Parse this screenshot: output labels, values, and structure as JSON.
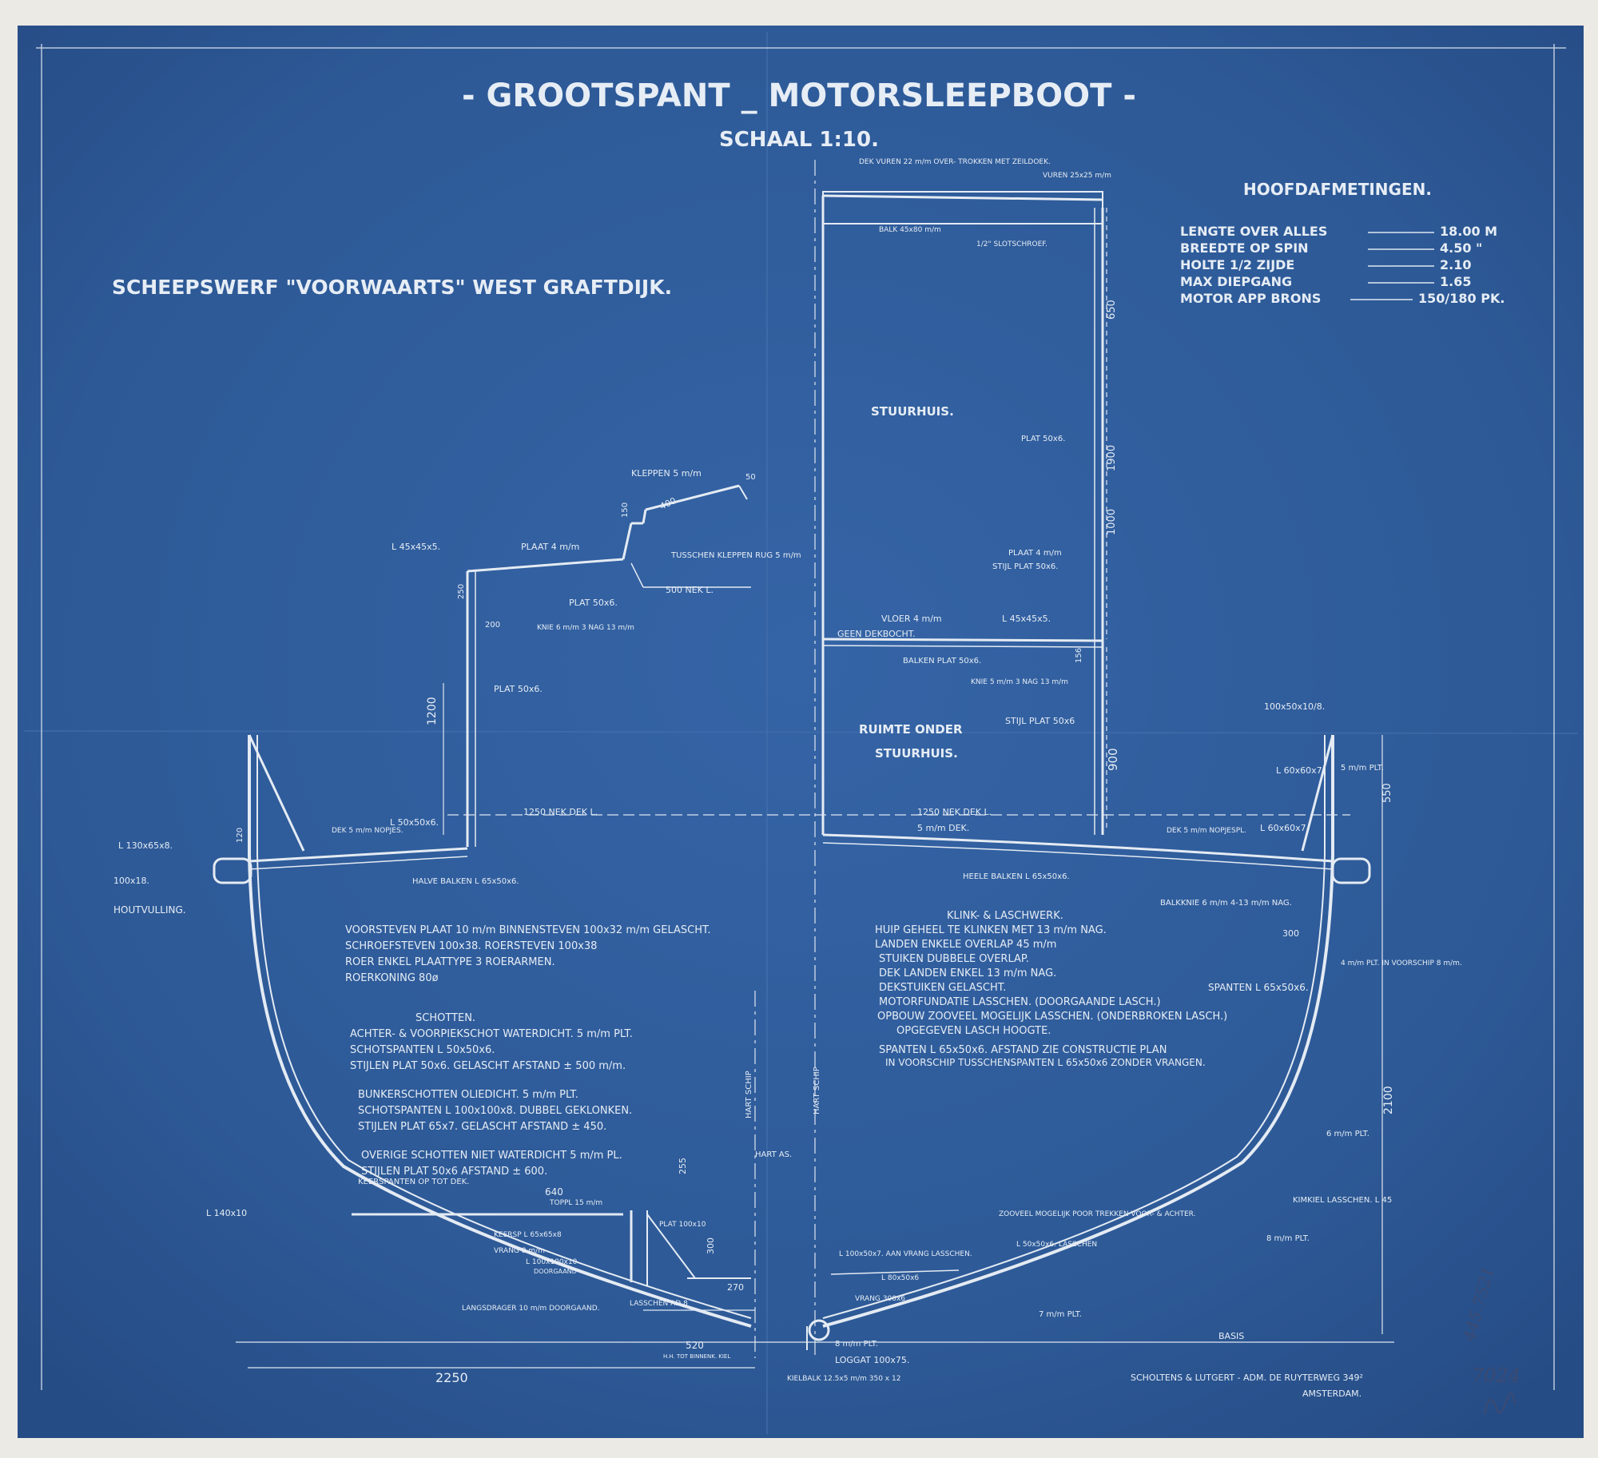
{
  "title": "- GROOTSPANT _ MOTORSLEEPBOOT -",
  "scale": "SCHAAL 1:10.",
  "shipyard": "SCHEEPSWERF \"VOORWAARTS\" WEST GRAFTDIJK.",
  "main_dimensions": {
    "heading": "HOOFDAFMETINGEN.",
    "rows": [
      {
        "label": "LENGTE OVER ALLES",
        "value": "18.00 M"
      },
      {
        "label": "BREEDTE OP SPIN",
        "value": "4.50 \""
      },
      {
        "label": "HOLTE 1/2 ZIJDE",
        "value": "2.10"
      },
      {
        "label": "MAX DIEPGANG",
        "value": "1.65"
      },
      {
        "label": "MOTOR APP BRONS",
        "value": "150/180 PK."
      }
    ]
  },
  "labels": {
    "deck_top": "DEK VUREN 22 m/m OVER- TROKKEN MET ZEILDOEK.",
    "vuren": "VUREN 25x25 m/m",
    "balk": "BALK 45x80 m/m",
    "slotschroef": "1/2\" SLOTSCHROEF.",
    "stuurhuis": "STUURHUIS.",
    "plat50x6_a": "PLAT 50x6.",
    "plaat4_right": "PLAAT 4 m/m",
    "stijl_plat": "STIJL PLAT 50x6.",
    "vloer": "VLOER 4 m/m",
    "geen_dekbocht": "GEEN DEKBOCHT.",
    "l45x45_right": "L 45x45x5.",
    "balken_plat": "BALKEN PLAT 50x6.",
    "knie_right": "KNIE 5 m/m 3 NAG 13 m/m",
    "stijl_plat_right": "STIJL PLAT 50x6",
    "ruimte_onder": "RUIMTE ONDER",
    "stuurhuis2": "STUURHUIS.",
    "kleppen": "KLEPPEN 5 m/m",
    "tusschen_kleppen": "TUSSCHEN KLEPPEN RUG 5 m/m",
    "l45x45_left": "L 45x45x5.",
    "plaat4_left": "PLAAT 4 m/m",
    "plat50x6_b": "PLAT 50x6.",
    "nek_500": "500 NEK L.",
    "knie_left": "KNIE 6 m/m 3 NAG 13 m/m",
    "plat50x6_c": "PLAT 50x6.",
    "nek_1250_left": "1250 NEK DEK L.",
    "nek_1250_right": "1250 NEK DEK L.",
    "dek_5": "5 m/m DEK.",
    "dek_nopjes_left": "DEK 5 m/m NOPJES.",
    "dek_nopjes_right": "DEK 5 m/m NOPJESPL.",
    "l50x50x6": "L 50x50x6.",
    "l130x65x8": "L 130x65x8.",
    "r100x18": "100x18.",
    "houtvulling": "HOUTVULLING.",
    "halve_balken": "HALVE BALKEN L 65x50x6.",
    "heele_balken": "HEELE BALKEN L 65x50x6.",
    "r100x50": "100x50x10/8.",
    "l60x60_a": "L 60x60x7",
    "l60x60_b": "L 60x60x7",
    "plt_5": "5 m/m PLT.",
    "balkknie": "BALKKNIE 6 m/m 4-13 m/m NAG.",
    "plt_4_voorschip": "4 m/m PLT. IN VOORSCHIP 8 m/m.",
    "plt_6": "6 m/m PLT.",
    "kimkiel": "KIMKIEL LASSCHEN. L 45",
    "plt_8": "8 m/m PLT.",
    "zooveel": "ZOOVEEL MOGELIJK POOR TREKKEN VOOR- & ACHTER.",
    "l50x50x6_b": "L 50x50x6. LASSCHEN",
    "l100x50x7": "L 100x50x7. AAN VRANG LASSCHEN.",
    "l80x50x6": "L 80x50x6",
    "vrang300x6": "VRANG 300x6",
    "plt_7": "7 m/m PLT.",
    "plt_8b": "8 m/m PLT.",
    "loggat": "LOGGAT 100x75.",
    "basis": "BASIS",
    "kiel": "KIELBALK 12.5x5 m/m 350 x 12",
    "hart_ad": "HART AS.",
    "hart_schip_a": "HART SCHIP",
    "hart_schip_b": "HART SCHIP",
    "keerspanten": "KEERSPANTEN OP TOT DEK.",
    "toppl": "TOPPL 15 m/m",
    "keersp": "KEERSP L 65x65x8",
    "vrang8": "VRANG 8 m/m",
    "l100x100": "L 100x100x10",
    "doorgaand": "DOORGAAND",
    "plat100x10": "PLAT 100x10",
    "langsdrager": "LANGSDRAGER 10 m/m DOORGAAND.",
    "lasschen_ad8": "LASSCHEN AD 8",
    "l140x10": "L 140x10",
    "tot_binnenk": "H.H. TOT BINNENK. KIEL"
  },
  "notes_left": [
    "VOORSTEVEN PLAAT 10 m/m  BINNENSTEVEN 100x32 m/m GELASCHT.",
    "SCHROEFSTEVEN 100x38.  ROERSTEVEN 100x38",
    "ROER ENKEL PLAATTYPE  3 ROERARMEN.",
    "ROERKONING 80ø",
    "SCHOTTEN.",
    "ACHTER- & VOORPIEKSCHOT WATERDICHT. 5 m/m PLT.",
    "SCHOTSPANTEN L 50x50x6.",
    "STIJLEN PLAT 50x6. GELASCHT  AFSTAND ± 500 m/m.",
    "BUNKERSCHOTTEN OLIEDICHT.  5 m/m PLT.",
    "SCHOTSPANTEN L 100x100x8. DUBBEL GEKLONKEN.",
    "STIJLEN PLAT 65x7. GELASCHT  AFSTAND ± 450.",
    "OVERIGE SCHOTTEN NIET WATERDICHT 5 m/m PL.",
    "STIJLEN PLAT 50x6  AFSTAND ± 600."
  ],
  "notes_right": [
    "KLINK- & LASCHWERK.",
    "HUIP GEHEEL TE KLINKEN MET 13 m/m NAG.",
    "LANDEN ENKELE OVERLAP 45 m/m",
    "STUIKEN DUBBELE OVERLAP.",
    "DEK LANDEN ENKEL 13 m/m NAG.",
    "DEKSTUIKEN GELASCHT.",
    "MOTORFUNDATIE LASSCHEN. (DOORGAANDE LASCH.)",
    "OPBOUW ZOOVEEL MOGELIJK LASSCHEN. (ONDERBROKEN LASCH.)",
    "OPGEGEVEN LASCH HOOGTE.",
    "SPANTEN L 65x50x6. AFSTAND ZIE CONSTRUCTIE PLAN",
    "IN VOORSCHIP TUSSCHENSPANTEN L 65x50x6 ZONDER VRANGEN."
  ],
  "spanten_note": "SPANTEN L 65x50x6.",
  "dimensions": {
    "d650": "650",
    "d1900": "1900",
    "d1000": "1000",
    "d900": "900",
    "d1200": "1200",
    "d550": "550",
    "d2100": "2100",
    "d2250": "2250",
    "d640": "640",
    "d520": "520",
    "d270": "270",
    "d255": "255",
    "d300a": "300",
    "d300b": "300",
    "d400": "400",
    "d150": "150",
    "d50": "50",
    "d200": "200",
    "d250": "250",
    "d156": "156",
    "d120": "120"
  },
  "maker": {
    "line1": "SCHOLTENS & LUTGERT - ADM. DE RUYTERWEG 349²",
    "line2": "AMSTERDAM."
  },
  "archive_marks": {
    "number1": "445.7521",
    "number2": "7024"
  },
  "colors": {
    "paper": "#eceae4",
    "blueprint": "#2f5a9a",
    "line": "#dfe7f1",
    "pencil": "#3c4a72"
  }
}
